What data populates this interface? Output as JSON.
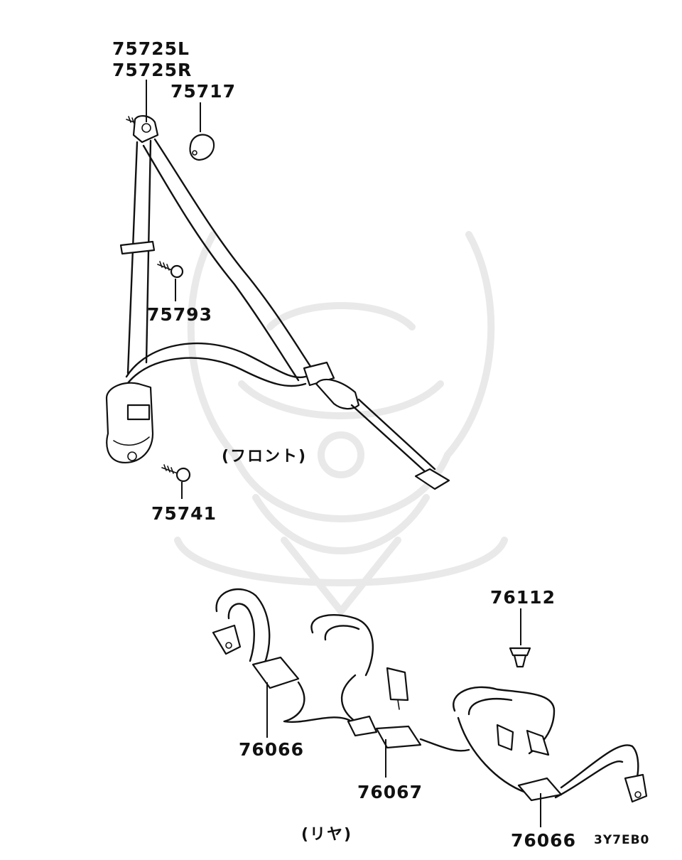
{
  "labels": {
    "p75725l": "75725L",
    "p75725r": "75725R",
    "p75717": "75717",
    "p75793": "75793",
    "p75741": "75741",
    "front": "(フロント)",
    "p76112": "76112",
    "p76066a": "76066",
    "p76067": "76067",
    "p76066b": "76066",
    "rear": "(リヤ)",
    "code": "3Y7EB0"
  },
  "colors": {
    "line": "#111111",
    "watermark": "#e9e9e9",
    "background": "#ffffff"
  }
}
